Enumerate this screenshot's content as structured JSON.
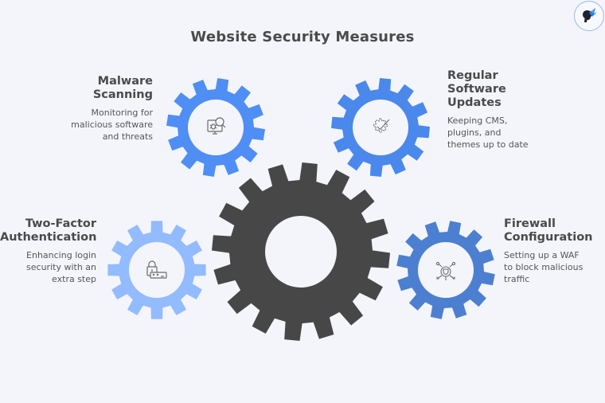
{
  "title": "Website Security Measures",
  "logo": {
    "icon": "profile-logo-icon"
  },
  "colors": {
    "background": "#f3f5fb",
    "center_gear": "#474747",
    "malware_gear": "#4f8ef5",
    "updates_gear": "#4a88ec",
    "twofactor_gear": "#93bbff",
    "firewall_gear": "#4d7fd0",
    "icon_stroke": "#6b6b6b"
  },
  "items": [
    {
      "id": "malware",
      "heading_line1": "Malware",
      "heading_line2": "Scanning",
      "desc_line1": "Monitoring for",
      "desc_line2": "malicious software",
      "desc_line3": "and threats",
      "icon": "monitor-bug-search-icon"
    },
    {
      "id": "updates",
      "heading_line1": "Regular",
      "heading_line2": "Software",
      "heading_line3": "Updates",
      "desc_line1": "Keeping CMS,",
      "desc_line2": "plugins, and",
      "desc_line3": "themes up to date",
      "icon": "gear-check-icon"
    },
    {
      "id": "twofactor",
      "heading_line1": "Two-Factor",
      "heading_line2": "Authentication",
      "desc_line1": "Enhancing login",
      "desc_line2": "security with an",
      "desc_line3": "extra step",
      "icon": "lock-password-icon"
    },
    {
      "id": "firewall",
      "heading_line1": "Firewall",
      "heading_line2": "Configuration",
      "desc_line1": "Setting up a WAF",
      "desc_line2": "to block malicious",
      "desc_line3": "traffic",
      "icon": "shield-network-icon"
    }
  ]
}
